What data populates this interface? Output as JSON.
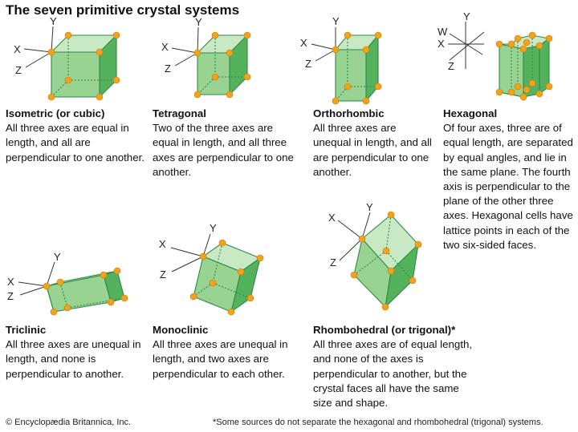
{
  "title": "The seven primitive crystal systems",
  "colors": {
    "face_light": "#c9e8c4",
    "face_mid": "#98d392",
    "face_dark": "#55b25c",
    "edge": "#2e8a45",
    "lattice_point": "#f3a21c",
    "axis": "#333333"
  },
  "axis_labels": {
    "x": "X",
    "y": "Y",
    "z": "Z",
    "w": "W"
  },
  "systems": [
    {
      "name": "Isometric (or cubic)",
      "description": "All three axes are equal in length, and all are perpendicular to one another."
    },
    {
      "name": "Tetragonal",
      "description": "Two of the three axes are equal in length, and all three axes are perpendicular to one another."
    },
    {
      "name": "Orthorhombic",
      "description": "All three axes are unequal in length, and all are perpendicular to one another."
    },
    {
      "name": "Hexagonal",
      "description": "Of four axes, three are of equal length, are separated by equal angles, and lie in the same plane. The fourth axis is perpendicular to the plane of the other three axes. Hexagonal cells have lattice points in each of the two six-sided faces."
    },
    {
      "name": "Triclinic",
      "description": "All three axes are unequal in length, and none is perpendicular to another."
    },
    {
      "name": "Monoclinic",
      "description": "All three axes are unequal in length, and two axes are perpendicular to each other."
    },
    {
      "name": "Rhombohedral (or trigonal)*",
      "description": "All three axes are of equal length, and none of the axes is perpendicular to another, but the crystal faces all have the same size and shape."
    }
  ],
  "footer": {
    "credit": "© Encyclopædia Britannica, Inc.",
    "note": "*Some sources do not separate the hexagonal and rhombohedral (trigonal) systems."
  }
}
